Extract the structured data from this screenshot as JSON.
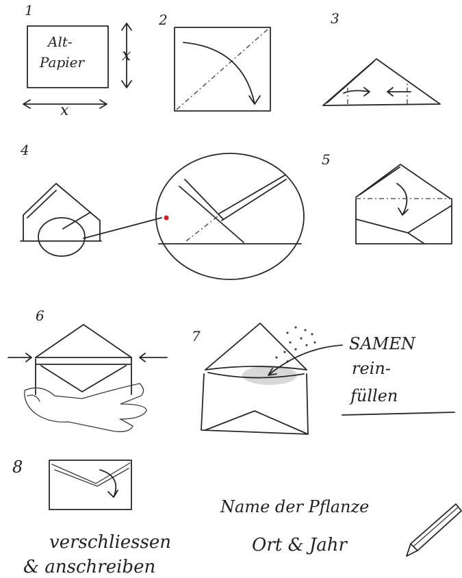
{
  "steps": [
    {
      "number": "1",
      "label": "Alt-",
      "label2": "Papier",
      "dim_x": "x",
      "dim_x_vertical": "x"
    },
    {
      "number": "2"
    },
    {
      "number": "3"
    },
    {
      "number": "4"
    },
    {
      "number": "5"
    },
    {
      "number": "6"
    },
    {
      "number": "7",
      "note_line1": "SAMEN",
      "note_line2": "rein-",
      "note_line3": "füllen"
    },
    {
      "number": "8",
      "note_line1": "verschliessen",
      "note_line2": "& anschreiben"
    }
  ],
  "label_lines": [
    "Name der Pflanze",
    "Ort & Jahr"
  ],
  "colors": {
    "ink": "#262626",
    "marker_dot": "#d42020",
    "paper": "#ffffff"
  }
}
